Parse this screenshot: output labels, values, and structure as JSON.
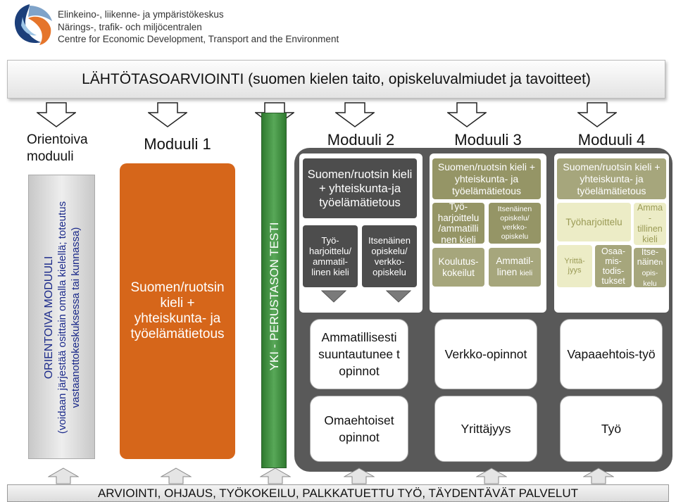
{
  "logo": {
    "lines": [
      "Elinkeino-, liikenne- ja ympäristökeskus",
      "Närings-, trafik- och miljöcentralen",
      "Centre for Economic Development, Transport and the Environment"
    ]
  },
  "header": {
    "title": "LÄHTÖTASOARVIOINTI (suomen kielen taito, opiskeluvalmiudet ja tavoitteet)"
  },
  "orientation": {
    "title": "Orientoiva moduuli",
    "vertical_line1": "ORIENTOIVA MODUULI",
    "vertical_line2": "(voidaan järjestää osittain omalla kielellä; toteutus",
    "vertical_line3": "vastaanottokeskuksessa tai kunnassa)"
  },
  "module1": {
    "title": "Moduuli 1",
    "body": "Suomen/ruotsin kieli + yhteiskunta- ja työelämätietous"
  },
  "yki": {
    "label": "YKI - PERUSTASON TESTI"
  },
  "module2": {
    "title": "Moduuli 2",
    "main": "Suomen/ruotsin kieli + yhteiskunta-ja työelämätietous",
    "sub_left": "Työ-harjoittelu/ ammatil-linen kieli",
    "sub_right": "Itsenäinen opiskelu/ verkko-opiskelu",
    "path1": "Ammatillisesti suuntautunee t opinnot",
    "path2": "Omaehtoiset opinnot"
  },
  "module3": {
    "title": "Moduuli 3",
    "main": "Suomen/ruotsin kieli + yhteiskunta- ja työelämätietous",
    "sub_a": "Työ-harjoittelu /ammatilli nen kieli",
    "sub_b": "Itsenäinen opiskelu/ verkko-opiskelu",
    "sub_c": "Koulutus-kokeilut",
    "sub_d_big": "Ammatil-linen",
    "sub_d_small": "kieli",
    "path1": "Verkko-opinnot",
    "path2": "Yrittäjyys"
  },
  "module4": {
    "title": "Moduuli 4",
    "main": "Suomen/ruotsin kieli + yhteiskunta- ja työelämätietous",
    "sub_a": "Työharjoittelu",
    "sub_b": "Amma - tillinen kieli",
    "sub_c": "Yrittä-jyys",
    "sub_d": "Osaa-mis-todis-tukset",
    "sub_e_big": "Itse-näine",
    "sub_e_small": "n opis-kelu",
    "path1": "Vapaaehtois-työ",
    "path2": "Työ"
  },
  "footer": {
    "text": "ARVIOINTI, OHJAUS, TYÖKOKEILU, PALKKATUETTU TYÖ, TÄYDENTÄVÄT PALVELUT"
  },
  "colors": {
    "orange": "#d6661a",
    "dark": "#4d4d4d",
    "olive": "#959566",
    "yki_green": "#3d8a3d",
    "logo_blue": "#1c3f7a",
    "logo_orange": "#e5752b"
  }
}
